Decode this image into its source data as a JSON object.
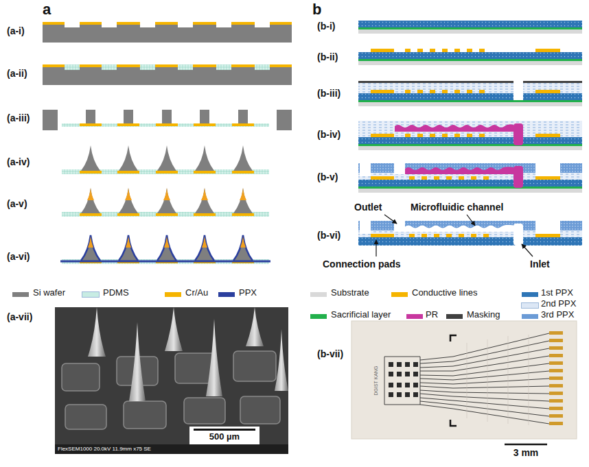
{
  "diagram": {
    "labels": [
      "a",
      "(a-i)",
      "(a-ii)",
      "(a-iii)",
      "(a-iv)",
      "(a-v)",
      "(a-vi)",
      "(a-vii)",
      "500 µm",
      "FlexSEM1000 20.0kV 11.9mm x75 SE",
      "b",
      "(b-i)",
      "(b-ii)",
      "(b-iii)",
      "(b-iv)",
      "(b-v)",
      "Outlet",
      "Microfluidic channel",
      "(b-vi)",
      "Connection pads",
      "Inlet",
      "(b-vii)",
      "DGIST KANG",
      "3 mm"
    ],
    "legend": [
      {
        "text": "Si wafer",
        "color": "#7f7f7f"
      },
      {
        "text": "PDMS",
        "color": "#c8ece3"
      },
      {
        "text": "Cr/Au",
        "color": "#f5b400"
      },
      {
        "text": "PPX",
        "color": "#2b3f9e"
      },
      {
        "text": "Substrate",
        "color": "#d9d9d9"
      },
      {
        "text": "Conductive lines",
        "color": "#f5b400"
      },
      {
        "text": "1st PPX",
        "color": "#2e75b6"
      },
      {
        "text": "2nd PPX",
        "color": "#dce7f5"
      },
      {
        "text": "3rd PPX",
        "color": "#6b9bd6"
      },
      {
        "text": "Sacrificial layer",
        "color": "#22b04b"
      },
      {
        "text": "PR",
        "color": "#c8379f"
      },
      {
        "text": "Masking",
        "color": "#404040"
      }
    ]
  }
}
